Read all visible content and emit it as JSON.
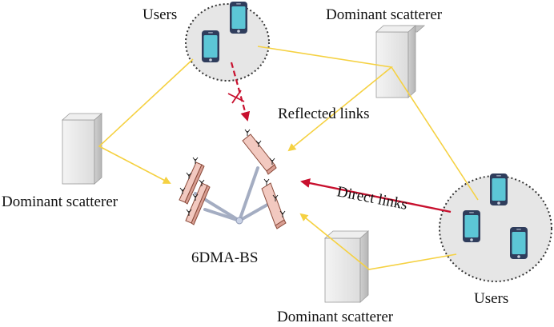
{
  "labels": {
    "users_top": "Users",
    "users_right": "Users",
    "scatterer_top_right": "Dominant scatterer",
    "scatterer_left": "Dominant scatterer",
    "scatterer_bottom": "Dominant scatterer",
    "reflected_links": "Reflected links",
    "direct_links": "Direct links",
    "base_station": "6DMA-BS"
  },
  "colors": {
    "reflected_link": "#f5d142",
    "direct_link": "#c8102e",
    "blocked_link": "#c8102e",
    "antenna_panel": "#f2c9c0",
    "antenna_edge": "#8a4a3a",
    "phone_screen": "#5cc6d6",
    "phone_body": "#2f3d5c",
    "user_cluster_fill": "#e6e6e6",
    "scatterer_fill": "#e4e4e4",
    "support_rod": "#a4adc2"
  },
  "icons": {
    "phone": "smartphone-icon",
    "scatterer": "building-block-icon",
    "antenna": "antenna-panel-icon",
    "blocked": "cross-mark-icon"
  }
}
